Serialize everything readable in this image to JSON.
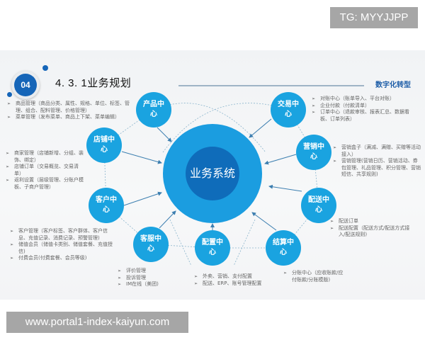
{
  "watermark_top": "TG: MYYJJPP",
  "watermark_bottom": "www.portal1-index-kaiyun.com",
  "header": {
    "badge_number": "04",
    "title": "4. 3. 1业务规划",
    "subtitle": "数字化转型"
  },
  "colors": {
    "node_blue": "#1aa3e0",
    "center_outer": "#1b9de0",
    "center_inner": "#0f6cba",
    "badge_blue": "#1565b8",
    "subtitle_blue": "#1f5ea8"
  },
  "center": {
    "label": "业务系统"
  },
  "nodes": [
    {
      "id": "product",
      "label": "产品中心",
      "items": [
        "商品管理（商品分类、属性、规格、单位、标签、管理、组合、配料管理、价格管理）",
        "菜单管理（发布菜单、商品上下架、菜单编辑）"
      ]
    },
    {
      "id": "trade",
      "label": "交易中心",
      "items": [
        "对账中心（账单导入、平台对账）",
        "企业付款（付款清单）",
        "订单中心（退款审核、报表汇总、数据看板、订单列表）"
      ]
    },
    {
      "id": "store",
      "label": "店铺中心",
      "items": [
        "商家管理（店铺新增、分组、装饰、绑定）",
        "店铺订单（交易概览、交易清单）",
        "返利设置（层级管理、分账户模板、子商户管理）"
      ]
    },
    {
      "id": "marketing",
      "label": "营销中心",
      "items": [
        "营销盒子（满减、满赠、买赠等活动接入）",
        "营销管理(营销日历、营销活动、券包管理、礼品管理、积分管理、营销短信、共享规则)"
      ]
    },
    {
      "id": "customer",
      "label": "客户中心",
      "items": [
        "客户管理（客户标签、客户群体、客户信息、充值记录、消费记录、预警管理)",
        "储值会员（储值卡类别、储值套餐、充值授信)",
        "付费会员(付费套餐、会员等级)"
      ]
    },
    {
      "id": "delivery",
      "label": "配送中心",
      "items": [
        "配送订单",
        "配送配置（配送方式/配送方式接入/配送规则)"
      ]
    },
    {
      "id": "service",
      "label": "客服中心",
      "items": [
        "评价管理",
        "投诉管理",
        "IM在线（美团)"
      ]
    },
    {
      "id": "config",
      "label": "配置中心",
      "items": [
        "外卖、营销、支付配置",
        "配送、ERP、账号管理配置"
      ]
    },
    {
      "id": "settlement",
      "label": "结算中心",
      "items": [
        "分账中心（应收账款/应付账款/分账模版)"
      ]
    }
  ]
}
